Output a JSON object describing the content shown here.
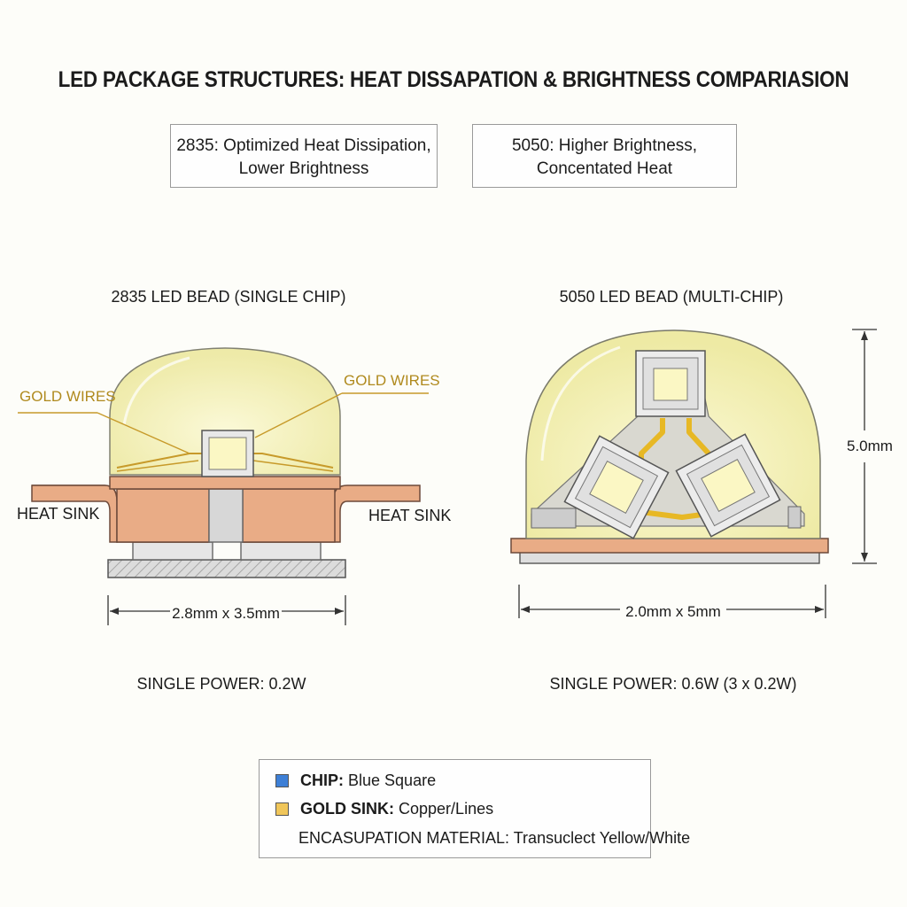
{
  "title": "LED PACKAGE STRUCTURES: HEAT DISSAPATION & BRIGHTNESS COMPARIASION",
  "notes": {
    "n2835": {
      "line1": "2835: Optimized Heat Dissipation,",
      "line2": "Lower Brightness"
    },
    "n5050": {
      "line1": "5050: Higher Brightness,",
      "line2": "Concentated Heat"
    }
  },
  "left": {
    "heading": "2835 LED BEAD (SINGLE CHIP)",
    "gold_wires_left": "GOLD WIRES",
    "gold_wires_right": "GOLD WIRES",
    "heat_sink_left": "HEAT SINK",
    "heat_sink_right": "HEAT SINK",
    "dimension": "2.8mm x 3.5mm",
    "power": "SINGLE POWER: 0.2W"
  },
  "right": {
    "heading": "5050 LED BEAD (MULTI-CHIP)",
    "height_dimension": "5.0mm",
    "dimension": "2.0mm x 5mm",
    "power": "SINGLE POWER: 0.6W (3 x 0.2W)"
  },
  "legend": {
    "items": [
      {
        "key": "CHIP:",
        "value": "Blue Square",
        "color": "#3d7fd6"
      },
      {
        "key": "GOLD SINK:",
        "value": "Copper/Lines",
        "color": "#f0c65a"
      },
      {
        "key": "ENCASUPATION MATERIAL:",
        "value": "Transuclect Yellow/White"
      }
    ]
  },
  "colors": {
    "copper": "#e9ac86",
    "dome": "#f7f4bc",
    "gold": "#e7b825",
    "chip_light": "#fbf7c4",
    "grey": "#d9d9d9"
  }
}
